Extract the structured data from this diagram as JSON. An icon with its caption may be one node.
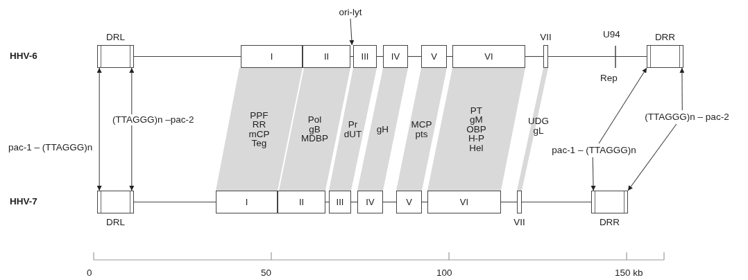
{
  "diagram": {
    "nodes": [
      {
        "text": [
          "ori-lyt"
        ]
      },
      {
        "text": [
          "DRL"
        ]
      },
      {
        "text": [
          "I"
        ]
      },
      {
        "text": [
          "II"
        ]
      },
      {
        "text": [
          "III"
        ]
      },
      {
        "text": [
          "IV"
        ]
      },
      {
        "text": [
          "V"
        ]
      },
      {
        "text": [
          "VI"
        ]
      },
      {
        "text": [
          "VII"
        ]
      },
      {
        "text": [
          "DRR"
        ]
      },
      {
        "text": [
          "PPF",
          "RR",
          "mCP",
          "Teg"
        ]
      },
      {
        "text": [
          "Pol",
          "gB",
          "MDBP"
        ]
      },
      {
        "text": [
          "Pr",
          "dUT"
        ]
      },
      {
        "text": [
          "gH"
        ]
      },
      {
        "text": [
          "MCP",
          "pts"
        ]
      },
      {
        "text": [
          "PT",
          "gM",
          "OBP",
          "H-P",
          "Hel"
        ]
      },
      {
        "text": [
          "UDG",
          "gL"
        ]
      },
      {
        "text": [
          "(TTAGGG)n – pac-2"
        ]
      },
      {
        "text": [
          "pac-1 – (TTAGGG)n"
        ]
      },
      {
        "text": [
          "DRL"
        ]
      },
      {
        "text": [
          "I"
        ]
      },
      {
        "text": [
          "II"
        ]
      },
      {
        "text": [
          "III"
        ]
      },
      {
        "text": [
          "IV"
        ]
      },
      {
        "text": [
          "V"
        ]
      },
      {
        "text": [
          "VI"
        ]
      },
      {
        "text": [
          "VII"
        ]
      },
      {
        "text": [
          "DRR"
        ]
      }
    ],
    "edges": [
      {
        "from": 0,
        "to": 4,
        "arrow": "to"
      },
      {
        "from": 19,
        "to": 1,
        "arrow": "both",
        "label": "pac-1 – (TTAGGG)n"
      },
      {
        "from": 19,
        "to": 1,
        "arrow": "both",
        "label": "(TTAGGG)n –pac-2"
      },
      {
        "from": 18,
        "to": 9,
        "arrow": "to"
      },
      {
        "from": 18,
        "to": 27,
        "arrow": "to"
      },
      {
        "from": 17,
        "to": 9,
        "arrow": "to"
      },
      {
        "from": 17,
        "to": 27,
        "arrow": "to"
      },
      {
        "from": 1,
        "to": 2,
        "arrow": "none"
      },
      {
        "from": 3,
        "to": 4,
        "arrow": "none"
      },
      {
        "from": 4,
        "to": 5,
        "arrow": "none"
      },
      {
        "from": 5,
        "to": 6,
        "arrow": "none"
      },
      {
        "from": 6,
        "to": 7,
        "arrow": "none"
      },
      {
        "from": 7,
        "to": 8,
        "arrow": "none"
      },
      {
        "from": 8,
        "to": 9,
        "arrow": "none"
      },
      {
        "from": 19,
        "to": 20,
        "arrow": "none"
      },
      {
        "from": 21,
        "to": 22,
        "arrow": "none"
      },
      {
        "from": 22,
        "to": 23,
        "arrow": "none"
      },
      {
        "from": 23,
        "to": 24,
        "arrow": "none"
      },
      {
        "from": 24,
        "to": 25,
        "arrow": "none"
      },
      {
        "from": 25,
        "to": 26,
        "arrow": "none"
      },
      {
        "from": 26,
        "to": 27,
        "arrow": "none"
      }
    ],
    "labels": [
      "U94",
      "HHV-6",
      "Rep",
      "HHV-7",
      "0",
      "50",
      "100",
      "150 kb"
    ]
  }
}
